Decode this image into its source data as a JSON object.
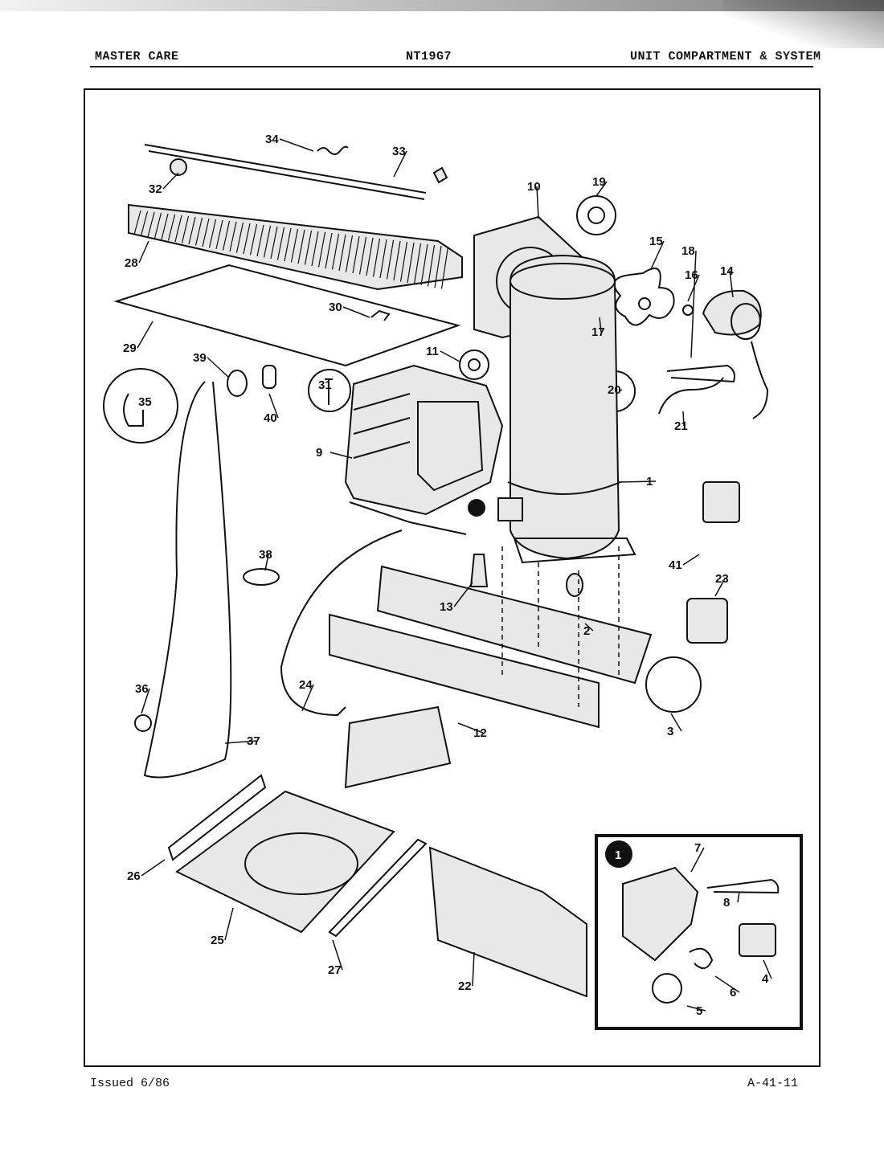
{
  "header": {
    "brand": "MASTER CARE",
    "model": "NT19G7",
    "section": "UNIT COMPARTMENT & SYSTEM"
  },
  "footer": {
    "issued": "Issued 6/86",
    "page_code": "A-41-11"
  },
  "callouts": [
    "1",
    "2",
    "3",
    "4",
    "5",
    "6",
    "7",
    "8",
    "9",
    "10",
    "11",
    "12",
    "13",
    "14",
    "15",
    "16",
    "17",
    "18",
    "19",
    "20",
    "21",
    "22",
    "23",
    "24",
    "25",
    "26",
    "27",
    "28",
    "29",
    "30",
    "31",
    "32",
    "33",
    "34",
    "35",
    "36",
    "37",
    "38",
    "39",
    "40",
    "41"
  ],
  "inset": {
    "marker": "1"
  }
}
